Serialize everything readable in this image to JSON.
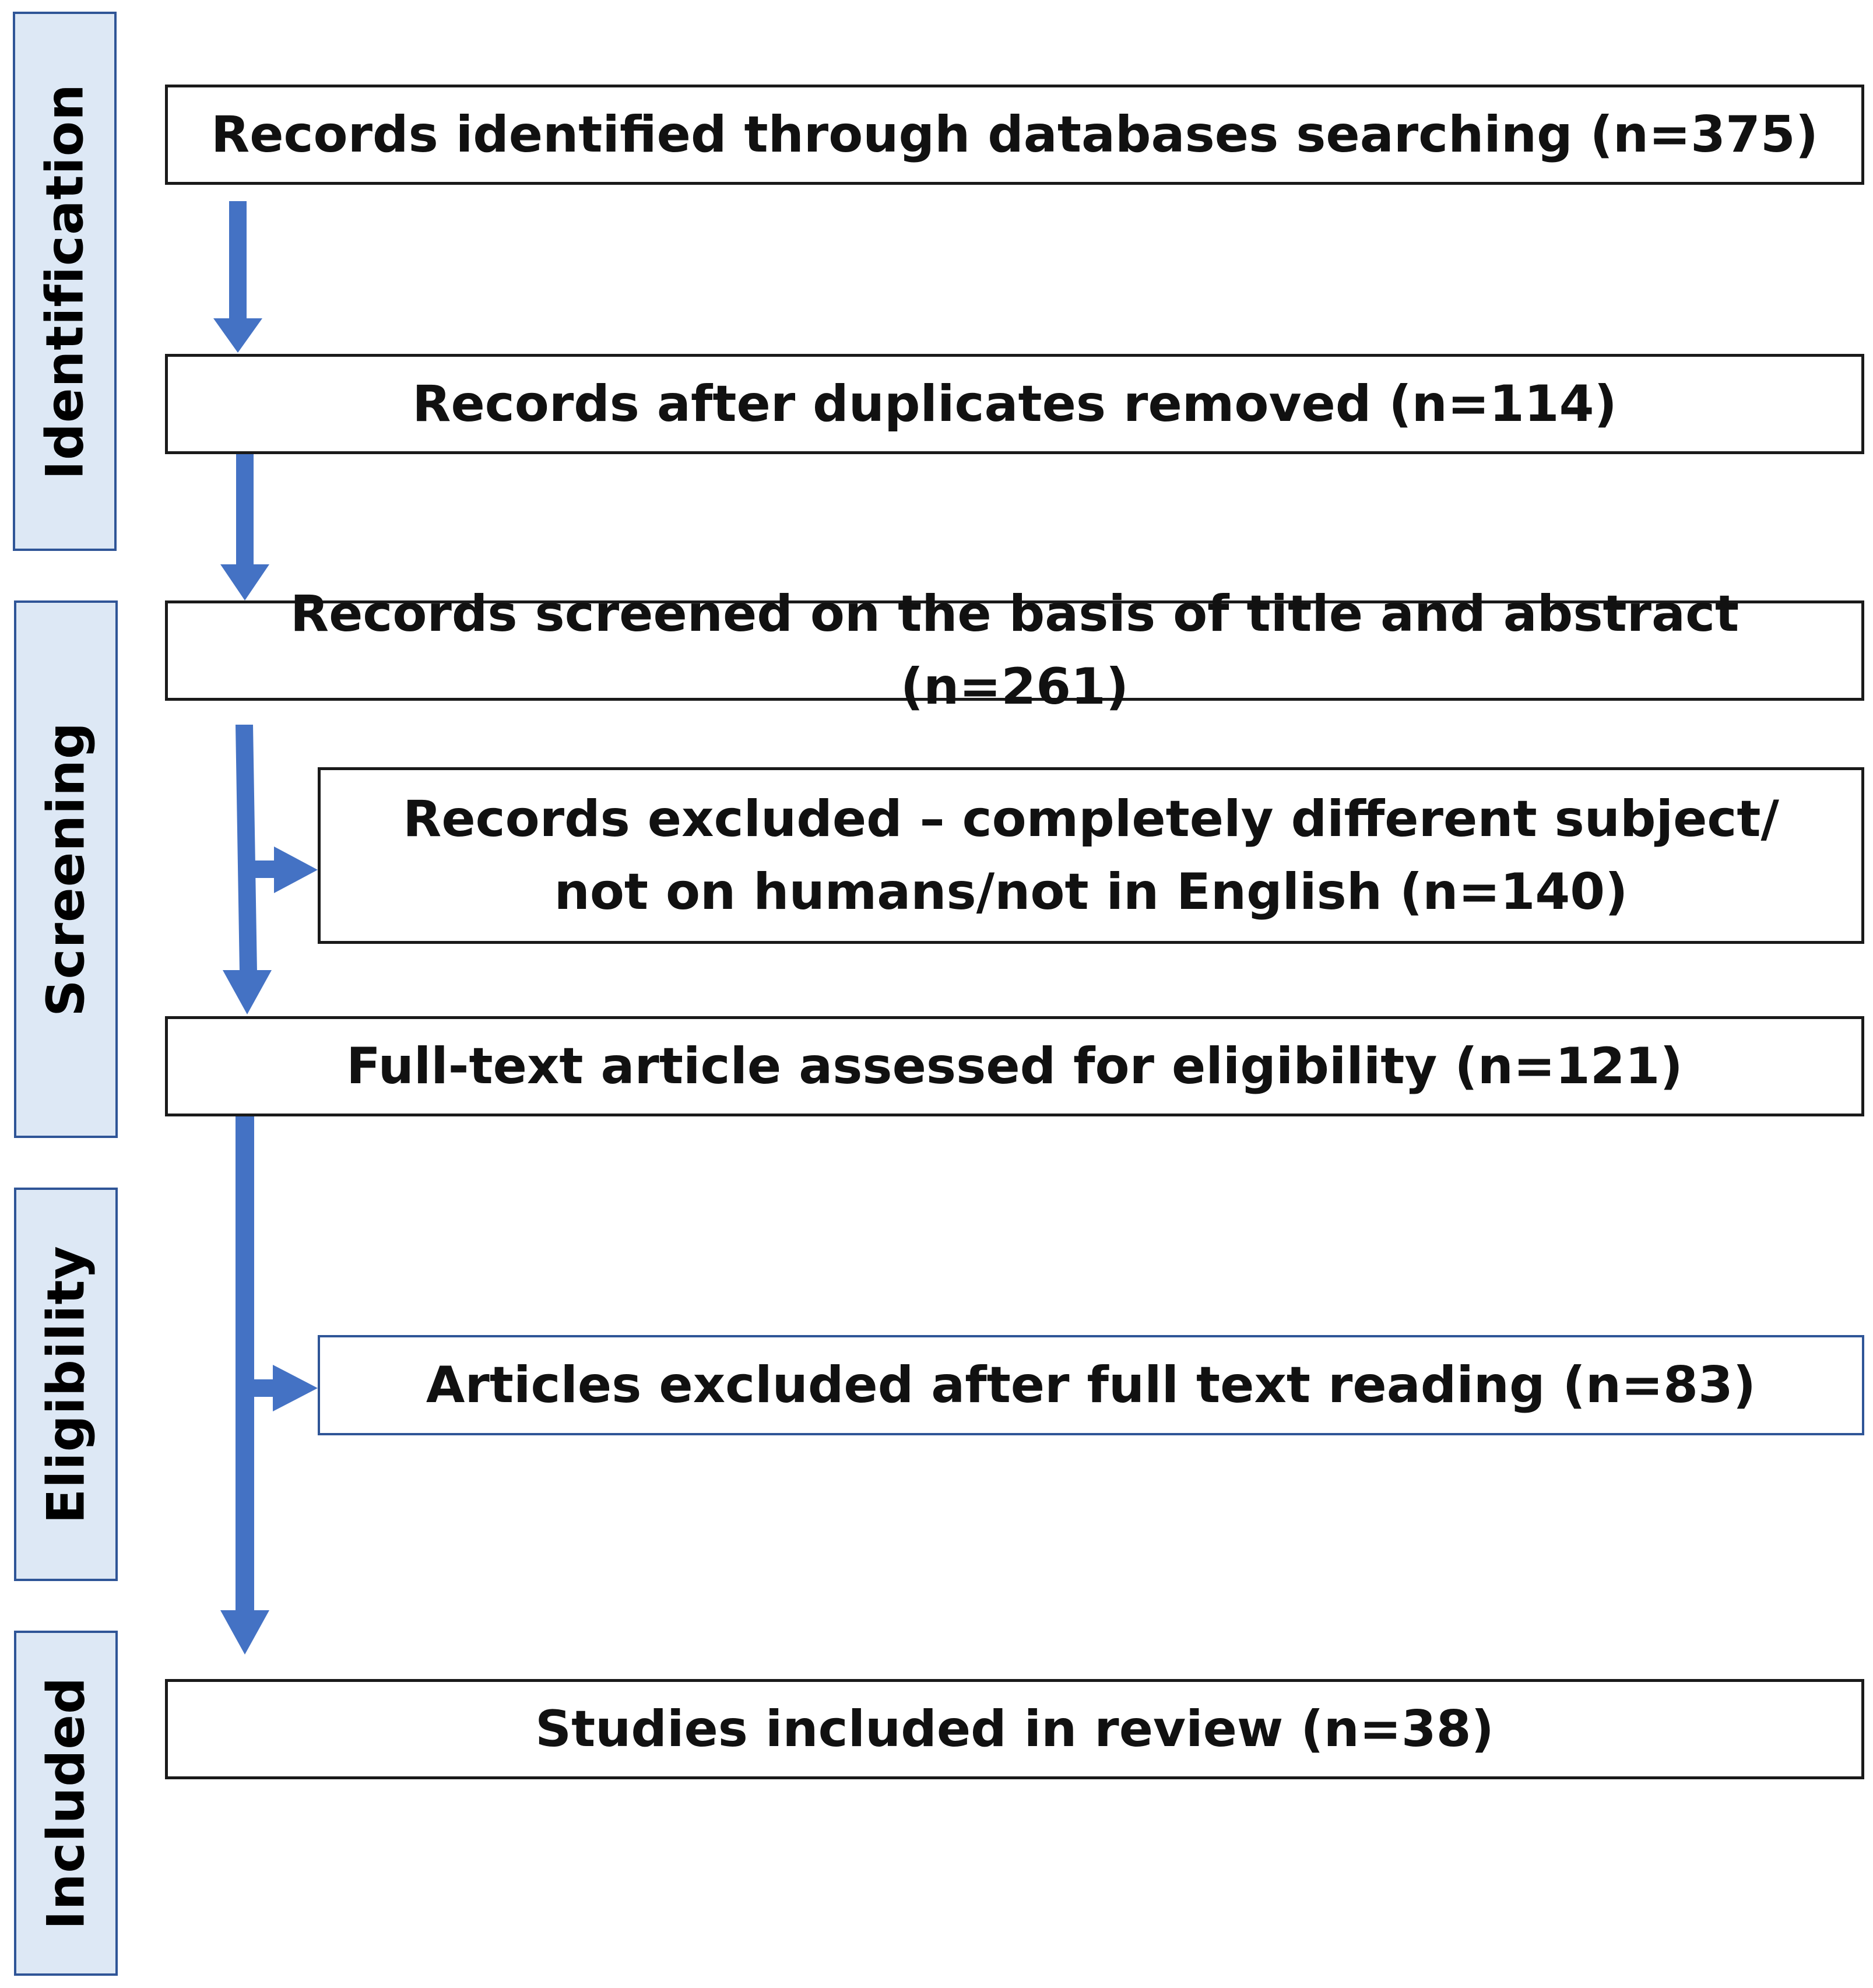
{
  "colors": {
    "arrow": "#4472c4",
    "phase_fill": "#dde8f5",
    "phase_border": "#2f5597",
    "box_border": "#1a1a1a"
  },
  "phases": {
    "identification": "Identification",
    "screening": "Screening",
    "eligibility": "Eligibility",
    "included": "Included"
  },
  "boxes": {
    "identified": "Records identified through databases searching (n=375)",
    "after_duplicates": "Records after duplicates removed (n=114)",
    "screened": "Records screened on the basis of title and abstract (n=261)",
    "excluded_screening": "Records excluded – completely different subject/\nnot on humans/not in English (n=140)",
    "full_text_assessed": "Full-text article assessed for eligibility (n=121)",
    "excluded_full_text": "Articles excluded after full text reading (n=83)",
    "included_studies": "Studies included in review (n=38)"
  }
}
